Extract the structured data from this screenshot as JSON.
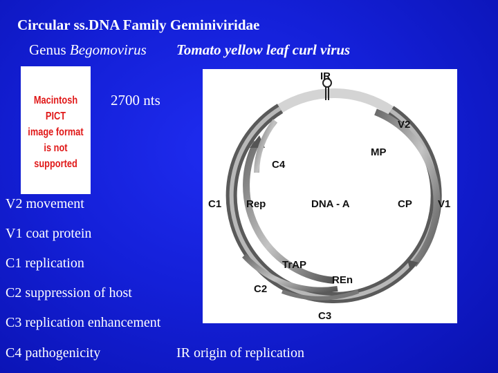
{
  "title": "Circular ss.DNA Family Geminiviridae",
  "subtitle": {
    "genus_prefix": "Genus",
    "genus_name": "Begomovirus",
    "species": "Tomato yellow leaf curl virus"
  },
  "image_placeholder": {
    "line1": "Macintosh PICT",
    "line2": "image format",
    "line3": "is not supported"
  },
  "genome_size": "2700 nts",
  "legend": [
    "V2 movement",
    "V1 coat protein",
    "C1 replication",
    "C2 suppression of host",
    "C3 replication enhancement",
    "C4 pathogenicity"
  ],
  "ir_legend": "IR origin of replication",
  "diagram": {
    "center_label": "DNA - A",
    "ir_label": "IR",
    "gene_labels": {
      "v2": "V2",
      "mp": "MP",
      "c4": "C4",
      "c1": "C1",
      "rep": "Rep",
      "cp": "CP",
      "v1": "V1",
      "trap": "TrAP",
      "ren": "REn",
      "c2": "C2",
      "c3": "C3"
    }
  }
}
